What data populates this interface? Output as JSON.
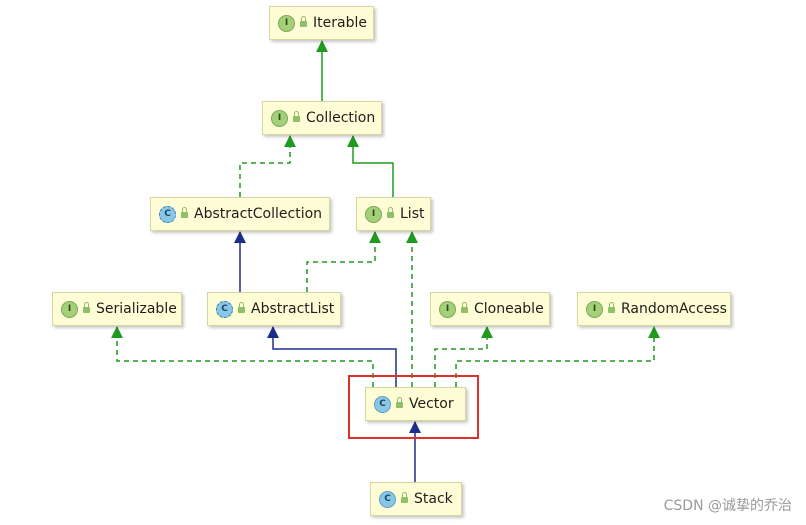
{
  "nodes": [
    {
      "key": "iterable",
      "label": "Iterable",
      "kind": "interface",
      "badge": "I"
    },
    {
      "key": "collection",
      "label": "Collection",
      "kind": "interface",
      "badge": "I"
    },
    {
      "key": "abstractcollection",
      "label": "AbstractCollection",
      "kind": "abstract",
      "badge": "C"
    },
    {
      "key": "list",
      "label": "List",
      "kind": "interface",
      "badge": "I"
    },
    {
      "key": "serializable",
      "label": "Serializable",
      "kind": "interface",
      "badge": "I"
    },
    {
      "key": "abstractlist",
      "label": "AbstractList",
      "kind": "abstract",
      "badge": "C"
    },
    {
      "key": "cloneable",
      "label": "Cloneable",
      "kind": "interface",
      "badge": "I"
    },
    {
      "key": "randomaccess",
      "label": "RandomAccess",
      "kind": "interface",
      "badge": "I"
    },
    {
      "key": "vector",
      "label": "Vector",
      "kind": "class",
      "badge": "C"
    },
    {
      "key": "stack",
      "label": "Stack",
      "kind": "class",
      "badge": "C"
    }
  ],
  "edges": [
    {
      "from": "collection",
      "to": "iterable",
      "type": "interface-extends"
    },
    {
      "from": "abstractcollection",
      "to": "collection",
      "type": "implements"
    },
    {
      "from": "list",
      "to": "collection",
      "type": "interface-extends"
    },
    {
      "from": "abstractlist",
      "to": "abstractcollection",
      "type": "extends"
    },
    {
      "from": "abstractlist",
      "to": "list",
      "type": "implements"
    },
    {
      "from": "vector",
      "to": "serializable",
      "type": "implements"
    },
    {
      "from": "vector",
      "to": "abstractlist",
      "type": "extends"
    },
    {
      "from": "vector",
      "to": "list",
      "type": "implements"
    },
    {
      "from": "vector",
      "to": "cloneable",
      "type": "implements"
    },
    {
      "from": "vector",
      "to": "randomaccess",
      "type": "implements"
    },
    {
      "from": "stack",
      "to": "vector",
      "type": "extends"
    }
  ],
  "highlighted": "vector",
  "colors": {
    "implements": "#1f9a1f",
    "interface_extends": "#1f9a1f",
    "extends": "#1c2e8c",
    "highlight": "#e0302c",
    "node_fill": "#fffdd5"
  },
  "watermark": "CSDN @诚挚的乔治"
}
